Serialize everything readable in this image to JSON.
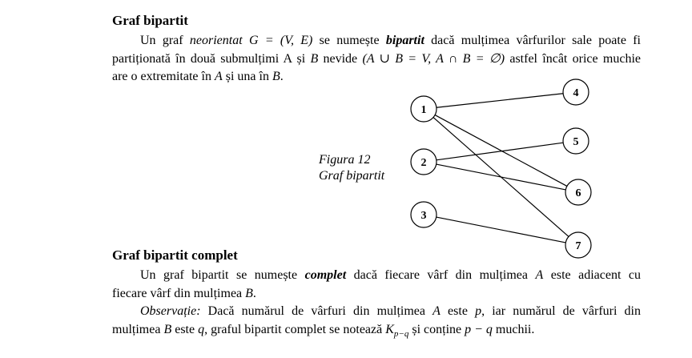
{
  "section1": {
    "title": "Graf bipartit",
    "p1_a": "Un graf ",
    "p1_b": "neorientat",
    "p1_c": " G = (V, E)",
    "p1_d": " se numește ",
    "p1_e": "bipartit",
    "p1_f": " dacă mulțimea vârfurilor sale poate fi",
    "p2_a": "partiționată în două submulțimi A și ",
    "p2_b": "B",
    "p2_c": " nevide ",
    "p2_d": "(A ∪ B = V, A ∩ B = ∅)",
    "p2_e": " astfel încât orice muchie",
    "p3_a": "are o extremitate în ",
    "p3_b": "A",
    "p3_c": " și una în ",
    "p3_d": "B",
    "p3_e": "."
  },
  "figure": {
    "caption_1": "Figura 12",
    "caption_2": "Graf bipartit",
    "nodes": [
      {
        "id": "1"
      },
      {
        "id": "2"
      },
      {
        "id": "3"
      },
      {
        "id": "4"
      },
      {
        "id": "5"
      },
      {
        "id": "6"
      },
      {
        "id": "7"
      }
    ],
    "edges": [
      [
        "1",
        "4"
      ],
      [
        "1",
        "6"
      ],
      [
        "1",
        "7"
      ],
      [
        "2",
        "5"
      ],
      [
        "2",
        "6"
      ],
      [
        "3",
        "7"
      ]
    ]
  },
  "section2": {
    "title": "Graf bipartit complet",
    "p1_a": "Un graf bipartit se numește ",
    "p1_b": "complet",
    "p1_c": " dacă fiecare vârf din mulțimea ",
    "p1_d": "A",
    "p1_e": " este adiacent cu",
    "p2_a": "fiecare vârf din mulțimea ",
    "p2_b": "B",
    "p2_c": ".",
    "p3_a": "Observație:",
    "p3_b": " Dacă numărul de vârfuri din mulțimea ",
    "p3_c": "A",
    "p3_d": " este ",
    "p3_e": "p",
    "p3_f": ", iar numărul de vârfuri din",
    "p4_a": "mulțimea ",
    "p4_b": "B",
    "p4_c": " este ",
    "p4_d": "q",
    "p4_e": ", graful bipartit complet se notează ",
    "p4_f": "K",
    "p4_g": "p−q",
    "p4_h": " și conține ",
    "p4_i": "p − q",
    "p4_j": " muchii."
  }
}
